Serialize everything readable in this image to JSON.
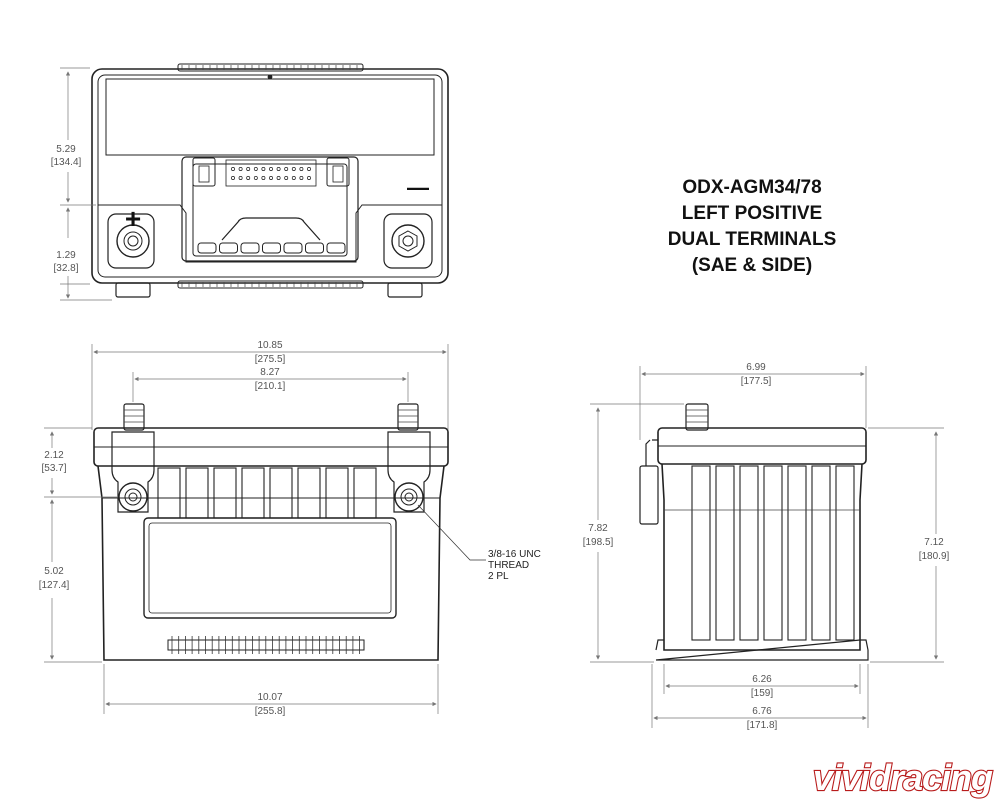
{
  "title_lines": [
    "ODX-AGM34/78",
    "LEFT POSITIVE",
    "DUAL TERMINALS",
    "(SAE & SIDE)"
  ],
  "polarity": {
    "positive": "+",
    "negative": "—"
  },
  "top_view": {
    "height_main": {
      "in": "5.29",
      "mm": "[134.4]"
    },
    "height_terminal": {
      "in": "1.29",
      "mm": "[32.8]"
    }
  },
  "front_view": {
    "overall_width": {
      "in": "10.85",
      "mm": "[275.5]"
    },
    "terminal_spacing": {
      "in": "8.27",
      "mm": "[210.1]"
    },
    "upper_height": {
      "in": "2.12",
      "mm": "[53.7]"
    },
    "lower_height": {
      "in": "5.02",
      "mm": "[127.4]"
    },
    "base_width": {
      "in": "10.07",
      "mm": "[255.8]"
    },
    "thread_note": [
      "3/8-16 UNC",
      "THREAD",
      "2 PL"
    ]
  },
  "side_view": {
    "top_width": {
      "in": "6.99",
      "mm": "[177.5]"
    },
    "overall_height": {
      "in": "7.82",
      "mm": "[198.5]"
    },
    "case_height": {
      "in": "7.12",
      "mm": "[180.9]"
    },
    "base_width": {
      "in": "6.26",
      "mm": "[159]"
    },
    "overall_depth": {
      "in": "6.76",
      "mm": "[171.8]"
    }
  },
  "watermark": "vividracing"
}
